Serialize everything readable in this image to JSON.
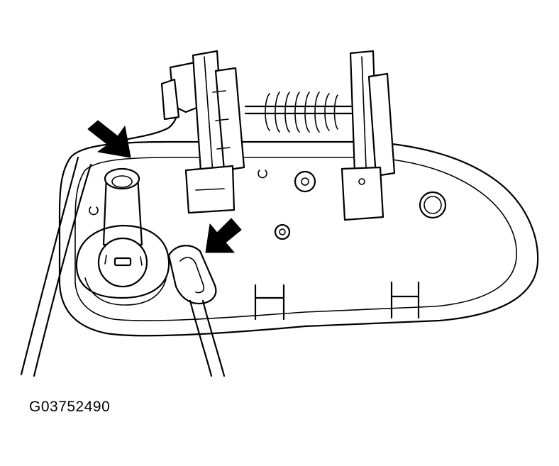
{
  "figure": {
    "id_label": "G03752490"
  },
  "colors": {
    "line": "#000000",
    "background": "#ffffff"
  },
  "arrows": [
    {
      "points_at": "lock-cylinder-retainer",
      "icon": "arrow-down-right-icon"
    },
    {
      "points_at": "lock-rod-clip",
      "icon": "arrow-down-left-icon"
    }
  ]
}
